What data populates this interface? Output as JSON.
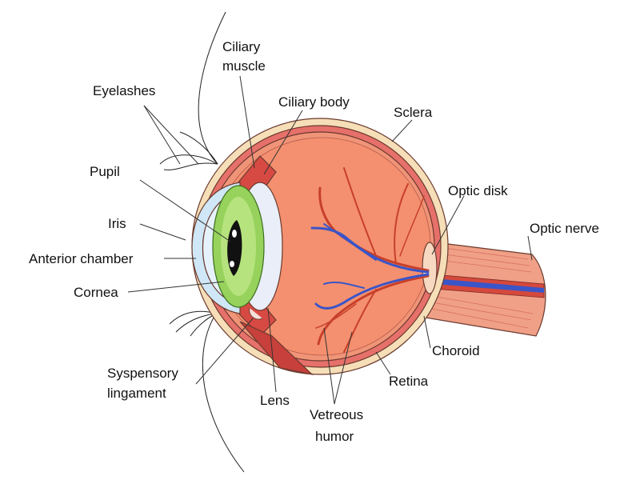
{
  "colors": {
    "sclera": "#f6dfb8",
    "choroid": "#e6706a",
    "retina": "#f09478",
    "vitreous": "#f4906f",
    "nerve": "#f0a087",
    "nerve_sheath": "#e87e72",
    "artery": "#c8402a",
    "vein": "#3a55c8",
    "cornea": "#cfe7f6",
    "iris": "#96d25c",
    "lens": "#e9eef8",
    "muscle": "#d74a44",
    "outline": "#6b3a2e"
  },
  "labels": {
    "ciliary_muscle": [
      "Ciliary",
      "muscle"
    ],
    "eyelashes": "Eyelashes",
    "ciliary_body": "Ciliary body",
    "sclera": "Sclera",
    "pupil": "Pupil",
    "optic_disk": "Optic disk",
    "iris": "Iris",
    "optic_nerve": "Optic nerve",
    "anterior_chamber": "Anterior chamber",
    "cornea": "Cornea",
    "choroid": "Choroid",
    "suspensory_ligament": [
      "Syspensory",
      "lingament"
    ],
    "retina": "Retina",
    "lens": "Lens",
    "vitreous_humor": [
      "Vetreous",
      "humor"
    ]
  }
}
